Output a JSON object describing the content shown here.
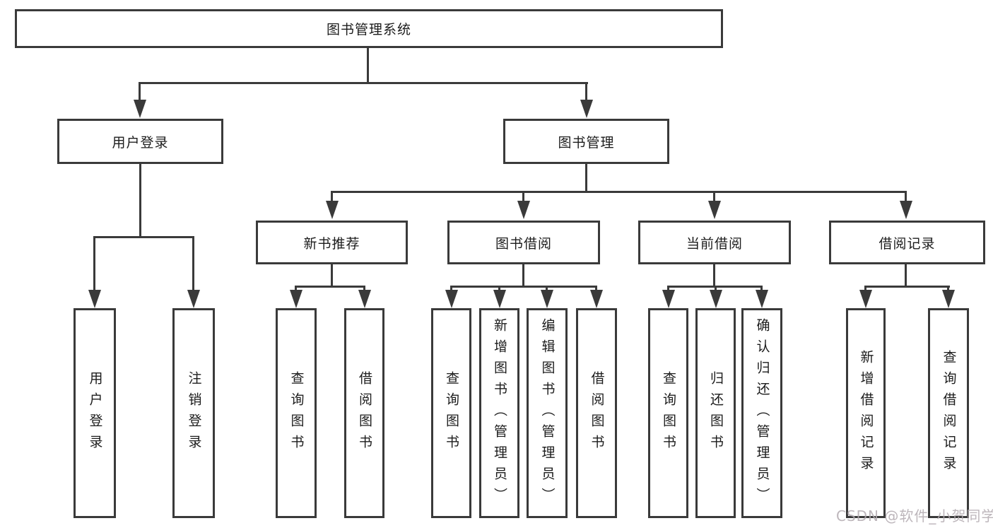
{
  "colors": {
    "line": "#3a3a3a",
    "text": "#1c1c1c",
    "background": "#ffffff",
    "watermark": "#b2aab0"
  },
  "tree": {
    "root": "图书管理系统",
    "user_login": {
      "label": "用户登录",
      "children": {
        "login": "用户登录",
        "logout": "注销登录"
      }
    },
    "book_management": {
      "label": "图书管理",
      "children": {
        "new_book_recommend": {
          "label": "新书推荐",
          "children": {
            "query_book": "查询图书",
            "borrow_book": "借阅图书"
          }
        },
        "book_borrow": {
          "label": "图书借阅",
          "children": {
            "query_book": "查询图书",
            "add_book": "新增图书（管理员）",
            "edit_book": "编辑图书（管理员）",
            "borrow_book": "借阅图书"
          }
        },
        "current_borrow": {
          "label": "当前借阅",
          "children": {
            "query_book": "查询图书",
            "return_book": "归还图书",
            "confirm_return": "确认归还（管理员）"
          }
        },
        "borrow_record": {
          "label": "借阅记录",
          "children": {
            "add_record": "新增借阅记录",
            "query_record": "查询借阅记录"
          }
        }
      }
    }
  },
  "watermark": {
    "text": "CSDN @软件_小贺同学"
  }
}
